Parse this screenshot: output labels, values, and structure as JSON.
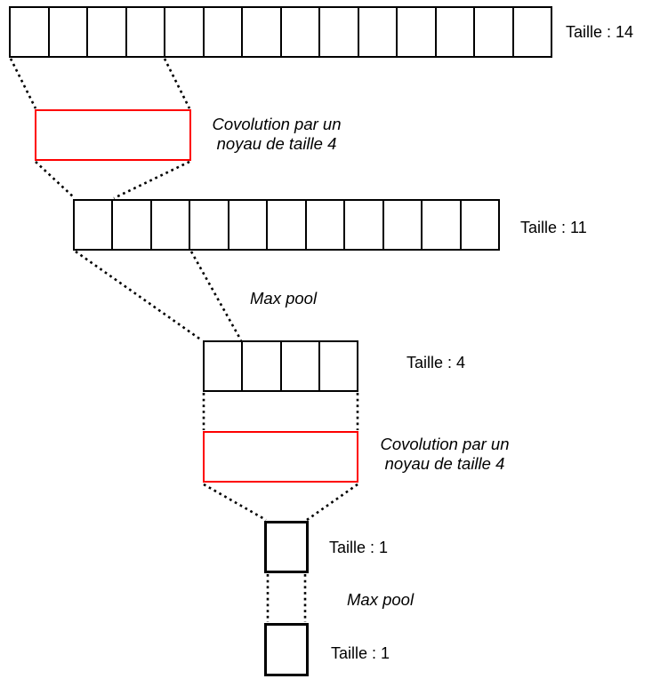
{
  "colors": {
    "kernel_red": "#fe0000",
    "line_black": "#000000"
  },
  "arrays": [
    {
      "cells": 14,
      "label": "Taille : 14"
    },
    {
      "cells": 11,
      "label": "Taille : 11"
    },
    {
      "cells": 4,
      "label": "Taille : 4"
    },
    {
      "cells": 1,
      "label": "Taille : 1"
    },
    {
      "cells": 1,
      "label": "Taille : 1"
    }
  ],
  "operations": [
    {
      "type": "convolution",
      "line1": "Covolution par un",
      "line2": "noyau de taille 4"
    },
    {
      "type": "maxpool",
      "label": "Max pool"
    },
    {
      "type": "convolution",
      "line1": "Covolution par un",
      "line2": "noyau de taille 4"
    },
    {
      "type": "maxpool",
      "label": "Max pool"
    }
  ]
}
